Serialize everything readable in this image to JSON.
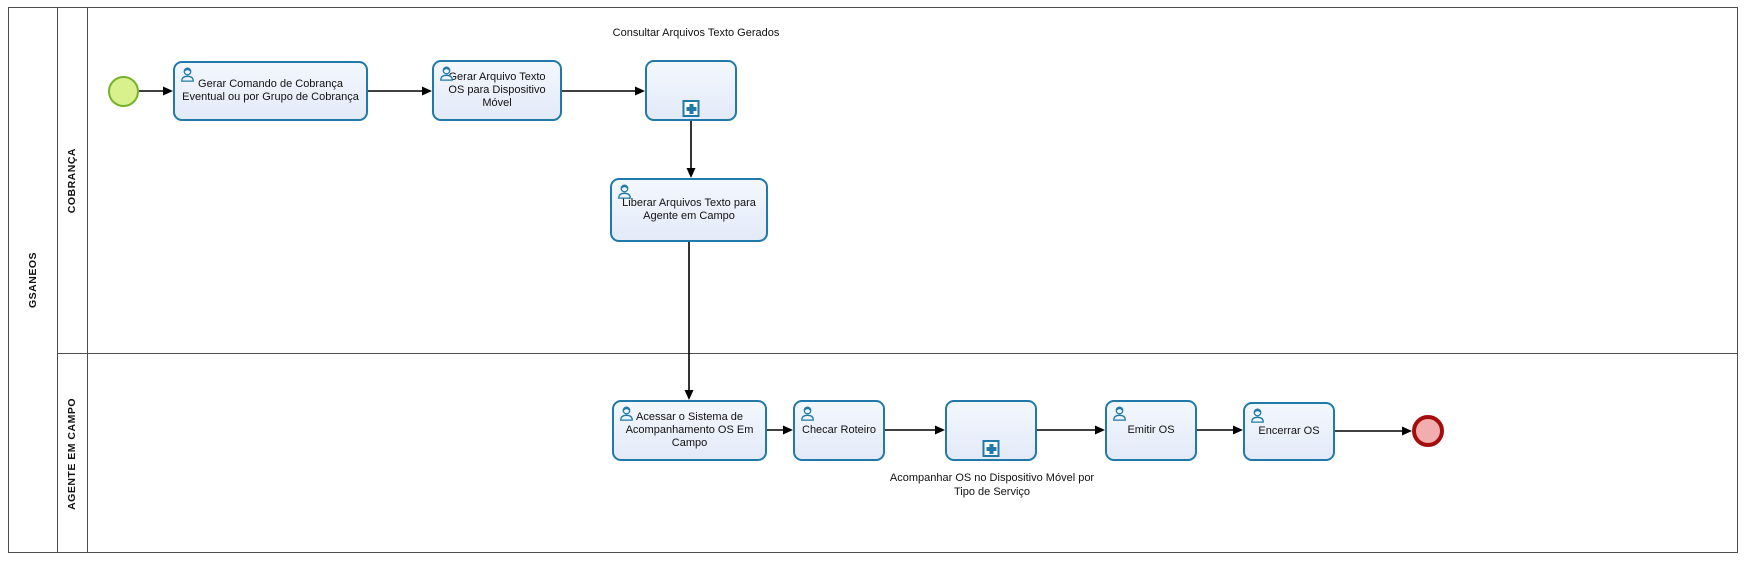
{
  "diagram": {
    "pool_label": "GSANEOS",
    "lanes": [
      {
        "label": "COBRANÇA"
      },
      {
        "label": "AGENTE EM CAMPO"
      }
    ],
    "nodes": {
      "start_event": {
        "type": "start-event"
      },
      "gerar_comando": {
        "type": "user-task",
        "label": "Gerar Comando de Cobrança Eventual ou por Grupo de Cobrança"
      },
      "gerar_arquivo": {
        "type": "user-task",
        "label": "Gerar Arquivo Texto OS para Dispositivo Móvel"
      },
      "consultar": {
        "type": "collapsed-subprocess",
        "label": "Consultar Arquivos Texto Gerados"
      },
      "liberar": {
        "type": "user-task",
        "label": "Liberar Arquivos Texto para Agente em Campo"
      },
      "acessar": {
        "type": "user-task",
        "label": "Acessar o Sistema de Acompanhamento OS Em Campo"
      },
      "checar": {
        "type": "user-task",
        "label": "Checar Roteiro"
      },
      "acompanhar": {
        "type": "collapsed-subprocess",
        "label": "Acompanhar OS no Dispositivo Móvel por Tipo de Serviço"
      },
      "emitir": {
        "type": "user-task",
        "label": "Emitir OS"
      },
      "encerrar": {
        "type": "user-task",
        "label": "Encerrar OS"
      },
      "end_event": {
        "type": "end-event"
      }
    },
    "flows": [
      {
        "from": "start_event",
        "to": "gerar_comando"
      },
      {
        "from": "gerar_comando",
        "to": "gerar_arquivo"
      },
      {
        "from": "gerar_arquivo",
        "to": "consultar"
      },
      {
        "from": "consultar",
        "to": "liberar"
      },
      {
        "from": "liberar",
        "to": "acessar"
      },
      {
        "from": "acessar",
        "to": "checar"
      },
      {
        "from": "checar",
        "to": "acompanhar"
      },
      {
        "from": "acompanhar",
        "to": "emitir"
      },
      {
        "from": "emitir",
        "to": "encerrar"
      },
      {
        "from": "encerrar",
        "to": "end_event"
      }
    ],
    "colors": {
      "task_fill": "#e7edf8",
      "task_border": "#2079a8",
      "start_fill": "#d9f18c",
      "start_border": "#76b22a",
      "end_fill": "#f2aeae",
      "end_border": "#a50d0d",
      "lane_line": "#4d4d4d",
      "flow_line": "#000000"
    }
  }
}
